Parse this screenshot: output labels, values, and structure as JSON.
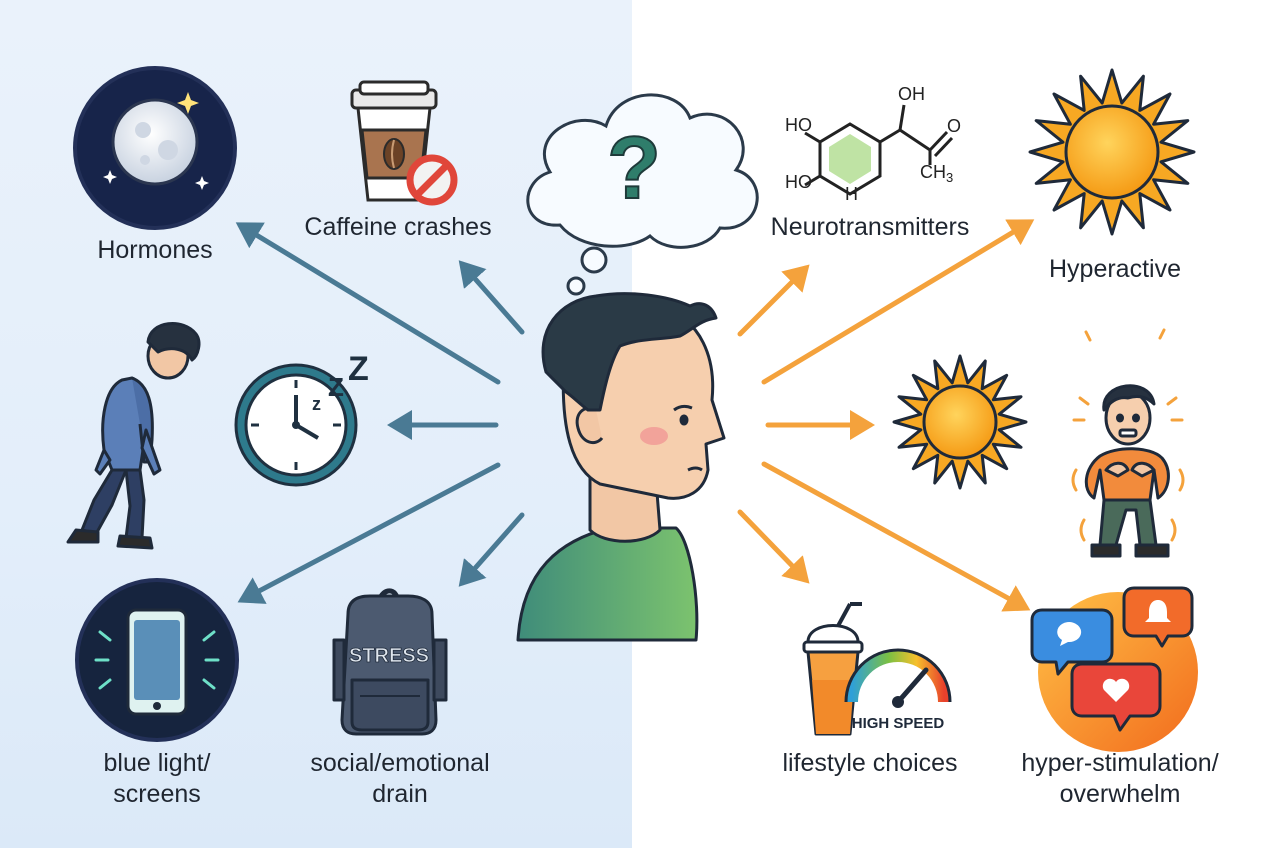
{
  "left_causes": {
    "hormones": "Hormones",
    "caffeine": "Caffeine crashes",
    "blue_light_line1": "blue light/",
    "blue_light_line2": "screens",
    "social_line1": "social/emotional",
    "social_line2": "drain"
  },
  "right_causes": {
    "neurotransmitters": "Neurotransmitters",
    "hyperactive": "Hyperactive",
    "lifestyle": "lifestyle choices",
    "hyper_line1": "hyper-stimulation/",
    "hyper_line2": "overwhelm"
  },
  "icon_text": {
    "stress": "STRESS",
    "high_speed": "HIGH SPEED",
    "thought_mark": "?",
    "chem_ho1": "HO",
    "chem_ho2": "HO",
    "chem_oh": "OH",
    "chem_h": "H",
    "chem_o": "O",
    "chem_ch3": "CH",
    "chem_ch3_sub": "3",
    "zzz_big": "Z",
    "zzz_mid": "Z",
    "zzz_small": "z"
  },
  "colors": {
    "left_arrow": "#4a7a94",
    "right_arrow": "#f4a23c",
    "left_background": "#e4eefa",
    "shirt": "#5aa86a",
    "sun": "#f9a51f"
  },
  "icons": [
    "moon-icon",
    "coffee-cup-icon",
    "no-sign-icon",
    "thought-bubble-icon",
    "molecule-icon",
    "sun-icon",
    "clock-icon",
    "tired-person-icon",
    "anxious-person-icon",
    "phone-icon",
    "backpack-icon",
    "drink-cup-icon",
    "speedometer-icon",
    "notification-icon"
  ]
}
